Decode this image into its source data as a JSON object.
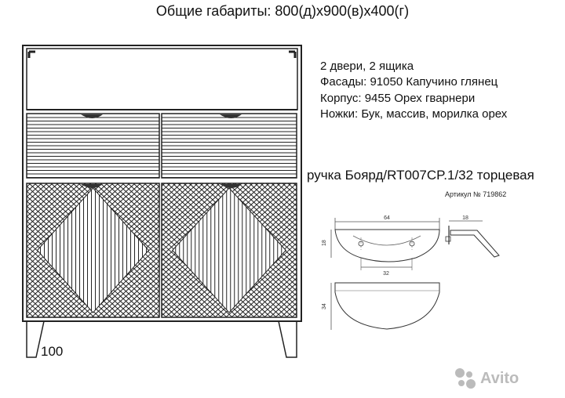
{
  "title": "Общие габариты: 800(д)х900(в)х400(г)",
  "specs": [
    "2 двери, 2 ящика",
    "Фасады: 91050 Капучино глянец",
    "Корпус: 9455 Орех гварнери",
    "Ножки: Бук, массив, морилка орех"
  ],
  "handle": {
    "title": "ручка Боярд/RT007CP.1/32 торцевая",
    "article": "Артикул № 719862",
    "dim_width": "64",
    "dim_height": "18",
    "dim_holes": "32",
    "dim_side": "18",
    "dim_depth": "34"
  },
  "leg_label": "100",
  "watermark": "Avito",
  "colors": {
    "line": "#222222",
    "background": "#ffffff"
  }
}
